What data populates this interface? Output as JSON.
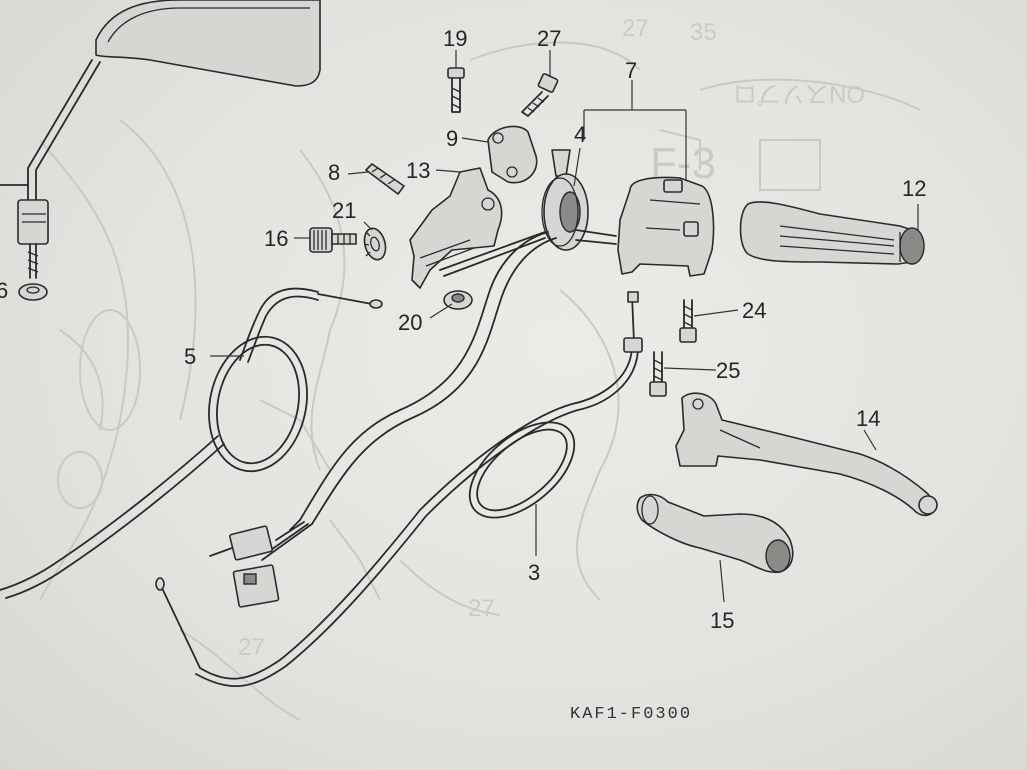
{
  "diagram": {
    "code": "KAF1-F0300",
    "background_ghost_text": [
      "35",
      "27",
      "7",
      "ONスソプロ",
      "F-3",
      "27",
      "27"
    ],
    "parts": [
      {
        "key": "p19",
        "number": "19",
        "name": "screw-19"
      },
      {
        "key": "p27",
        "number": "27",
        "name": "screw-27"
      },
      {
        "key": "p7",
        "number": "7",
        "name": "switch-assembly-7"
      },
      {
        "key": "p9",
        "number": "9",
        "name": "holder-9"
      },
      {
        "key": "p4",
        "number": "4",
        "name": "throttle-pipe-4"
      },
      {
        "key": "p8",
        "number": "8",
        "name": "bolt-8"
      },
      {
        "key": "p13",
        "number": "13",
        "name": "lever-bracket-13"
      },
      {
        "key": "p12",
        "number": "12",
        "name": "grip-12"
      },
      {
        "key": "p21",
        "number": "21",
        "name": "nut-21"
      },
      {
        "key": "p16",
        "number": "16",
        "name": "adjuster-16"
      },
      {
        "key": "p6",
        "number": "6",
        "name": "nut-6"
      },
      {
        "key": "p5",
        "number": "5",
        "name": "cable-5"
      },
      {
        "key": "p20",
        "number": "20",
        "name": "collar-20"
      },
      {
        "key": "p24",
        "number": "24",
        "name": "screw-24"
      },
      {
        "key": "p25",
        "number": "25",
        "name": "screw-25"
      },
      {
        "key": "p14",
        "number": "14",
        "name": "lever-14"
      },
      {
        "key": "p3",
        "number": "3",
        "name": "cable-3"
      },
      {
        "key": "p15",
        "number": "15",
        "name": "lever-cover-15"
      }
    ],
    "labels": {
      "p19": "19",
      "p27": "27",
      "p7": "7",
      "p9": "9",
      "p4": "4",
      "p8": "8",
      "p13": "13",
      "p12": "12",
      "p21": "21",
      "p16": "16",
      "p6": "6",
      "p5": "5",
      "p20": "20",
      "p24": "24",
      "p25": "25",
      "p14": "14",
      "p3": "3",
      "p15": "15"
    }
  }
}
